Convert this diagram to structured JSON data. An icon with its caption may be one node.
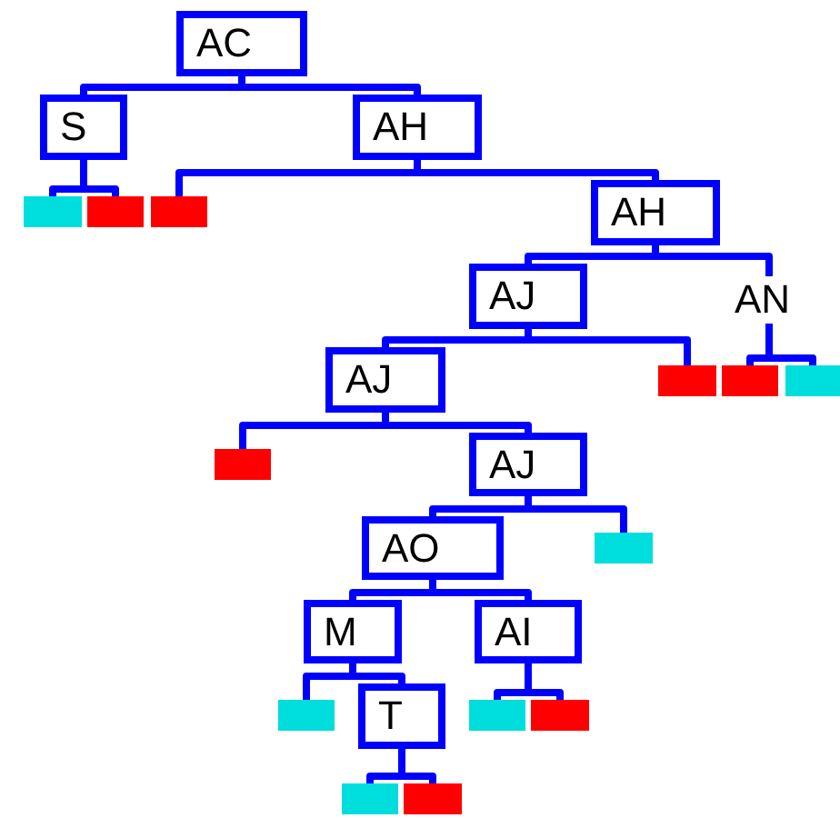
{
  "diagram": {
    "nodes": [
      {
        "text": [
          "AC"
        ]
      },
      {
        "text": [
          "S"
        ]
      },
      {
        "text": [
          "AH"
        ]
      },
      {
        "text": [],
        "shape": "bar"
      },
      {
        "text": [],
        "shape": "bar"
      },
      {
        "text": [],
        "shape": "bar"
      },
      {
        "text": [
          "AH"
        ]
      },
      {
        "text": [
          "AJ"
        ]
      },
      {
        "text": [
          "AN"
        ]
      },
      {
        "text": [
          "AJ"
        ]
      },
      {
        "text": [],
        "shape": "bar"
      },
      {
        "text": [],
        "shape": "bar"
      },
      {
        "text": [],
        "shape": "bar"
      },
      {
        "text": [],
        "shape": "bar"
      },
      {
        "text": [
          "AJ"
        ]
      },
      {
        "text": [
          "AO"
        ]
      },
      {
        "text": [],
        "shape": "bar"
      },
      {
        "text": [
          "M"
        ]
      },
      {
        "text": [
          "AI"
        ]
      },
      {
        "text": [],
        "shape": "bar"
      },
      {
        "text": [
          "T"
        ]
      },
      {
        "text": [],
        "shape": "bar"
      },
      {
        "text": [],
        "shape": "bar"
      },
      {
        "text": [],
        "shape": "bar"
      },
      {
        "text": [],
        "shape": "bar"
      }
    ],
    "edges": [
      {
        "from": 0,
        "to": 1,
        "arrow": "none"
      },
      {
        "from": 0,
        "to": 2,
        "arrow": "none"
      },
      {
        "from": 1,
        "to": 3,
        "arrow": "none"
      },
      {
        "from": 1,
        "to": 4,
        "arrow": "none"
      },
      {
        "from": 2,
        "to": 5,
        "arrow": "none"
      },
      {
        "from": 2,
        "to": 6,
        "arrow": "none"
      },
      {
        "from": 6,
        "to": 7,
        "arrow": "none"
      },
      {
        "from": 6,
        "to": 8,
        "arrow": "none"
      },
      {
        "from": 7,
        "to": 9,
        "arrow": "none"
      },
      {
        "from": 7,
        "to": 10,
        "arrow": "none"
      },
      {
        "from": 8,
        "to": 11,
        "arrow": "none"
      },
      {
        "from": 8,
        "to": 12,
        "arrow": "none"
      },
      {
        "from": 9,
        "to": 13,
        "arrow": "none"
      },
      {
        "from": 9,
        "to": 14,
        "arrow": "none"
      },
      {
        "from": 14,
        "to": 15,
        "arrow": "none"
      },
      {
        "from": 14,
        "to": 16,
        "arrow": "none"
      },
      {
        "from": 15,
        "to": 17,
        "arrow": "none"
      },
      {
        "from": 15,
        "to": 18,
        "arrow": "none"
      },
      {
        "from": 17,
        "to": 19,
        "arrow": "none"
      },
      {
        "from": 17,
        "to": 20,
        "arrow": "none"
      },
      {
        "from": 18,
        "to": 21,
        "arrow": "none"
      },
      {
        "from": 18,
        "to": 22,
        "arrow": "none"
      },
      {
        "from": 20,
        "to": 23,
        "arrow": "none"
      },
      {
        "from": 20,
        "to": 24,
        "arrow": "none"
      }
    ]
  }
}
